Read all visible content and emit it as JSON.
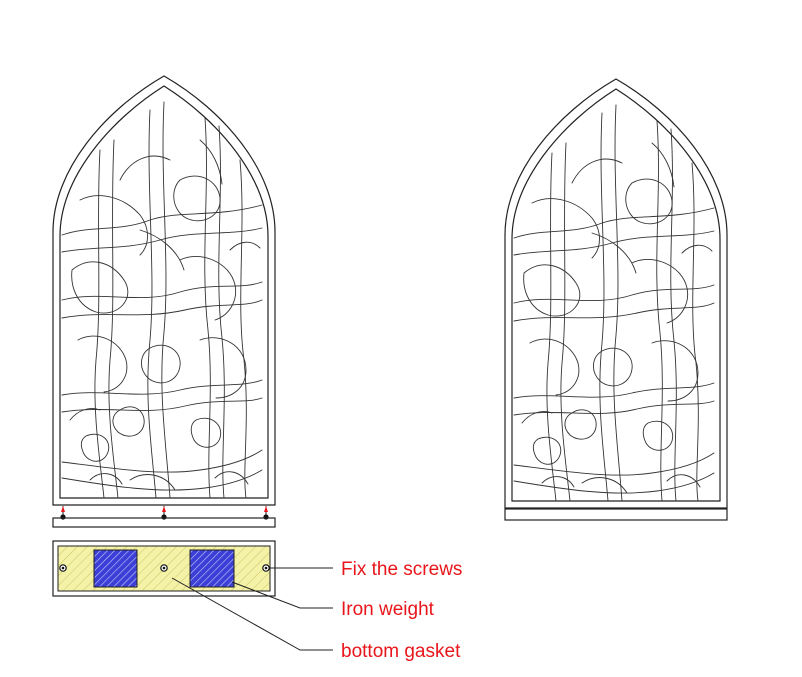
{
  "colors": {
    "label": "#e8161b",
    "gasket_fill": "#f4f2a6",
    "iron_fill": "#3b3fd6",
    "line": "#222222",
    "screw_tip": "#e8161b"
  },
  "callouts": {
    "fix_screws": "Fix the screws",
    "iron_weight": "Iron weight",
    "bottom_gasket": "bottom gasket"
  }
}
